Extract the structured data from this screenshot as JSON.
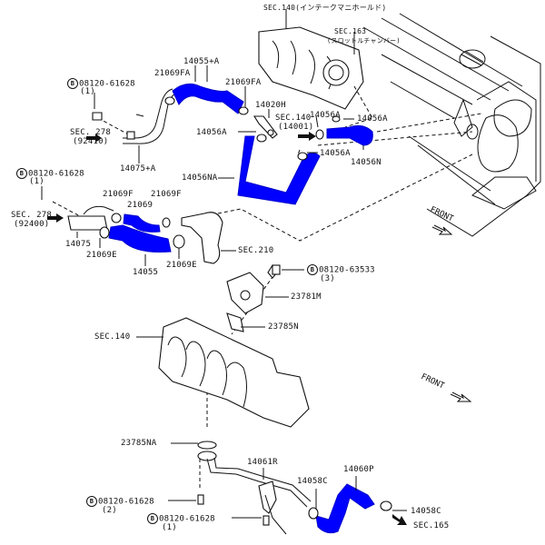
{
  "diagram": {
    "title": "Intake manifold water hose / piping parts diagram",
    "hose_color": "#0000ff",
    "line_color": "#111111"
  },
  "labels": {
    "sec140_top": "SEC.140(インテークマニホールド)",
    "sec163": "SEC.163",
    "sec163_sub": "(スロットルチャンバー)",
    "bolt_tl": "08120-61628",
    "bolt_tl_qty": "(1)",
    "p21069FA_left": "21069FA",
    "p14055A": "14055+A",
    "p21069FA_right": "21069FA",
    "p14020H": "14020H",
    "sec140_14001": "SEC.140",
    "sec140_14001_sub": "(14001)",
    "p14056A_1": "14056A",
    "p14056A_2": "14056A",
    "p14056A_3": "14056A",
    "p14056A_4": "14056A",
    "p14056N": "14056N",
    "p14056NA": "14056NA",
    "sec278_a": "SEC. 278",
    "sec278_a_sub": "(92410)",
    "p14075A": "14075+A",
    "bolt_ml": "08120-61628",
    "bolt_ml_qty": "(1)",
    "p21069F_1": "21069F",
    "p21069F_2": "21069F",
    "p21069": "21069",
    "sec278_b": "SEC. 278",
    "sec278_b_sub": "(92400)",
    "p14075": "14075",
    "p21069E_1": "21069E",
    "p14055": "14055",
    "p21069E_2": "21069E",
    "sec210": "SEC.210",
    "front_1": "FRONT",
    "bolt_63533": "08120-63533",
    "bolt_63533_qty": "(3)",
    "p23781M": "23781M",
    "p23785N": "23785N",
    "sec140_mid": "SEC.140",
    "front_2": "FRONT",
    "p23785NA": "23785NA",
    "p14061R": "14061R",
    "p14058C_1": "14058C",
    "p14060P": "14060P",
    "p14058C_2": "14058C",
    "sec165": "SEC.165",
    "bolt_bl": "08120-61628",
    "bolt_bl_qty": "(2)",
    "bolt_bm": "08120-61628",
    "bolt_bm_qty": "(1)",
    "bolt_mark": "B"
  }
}
